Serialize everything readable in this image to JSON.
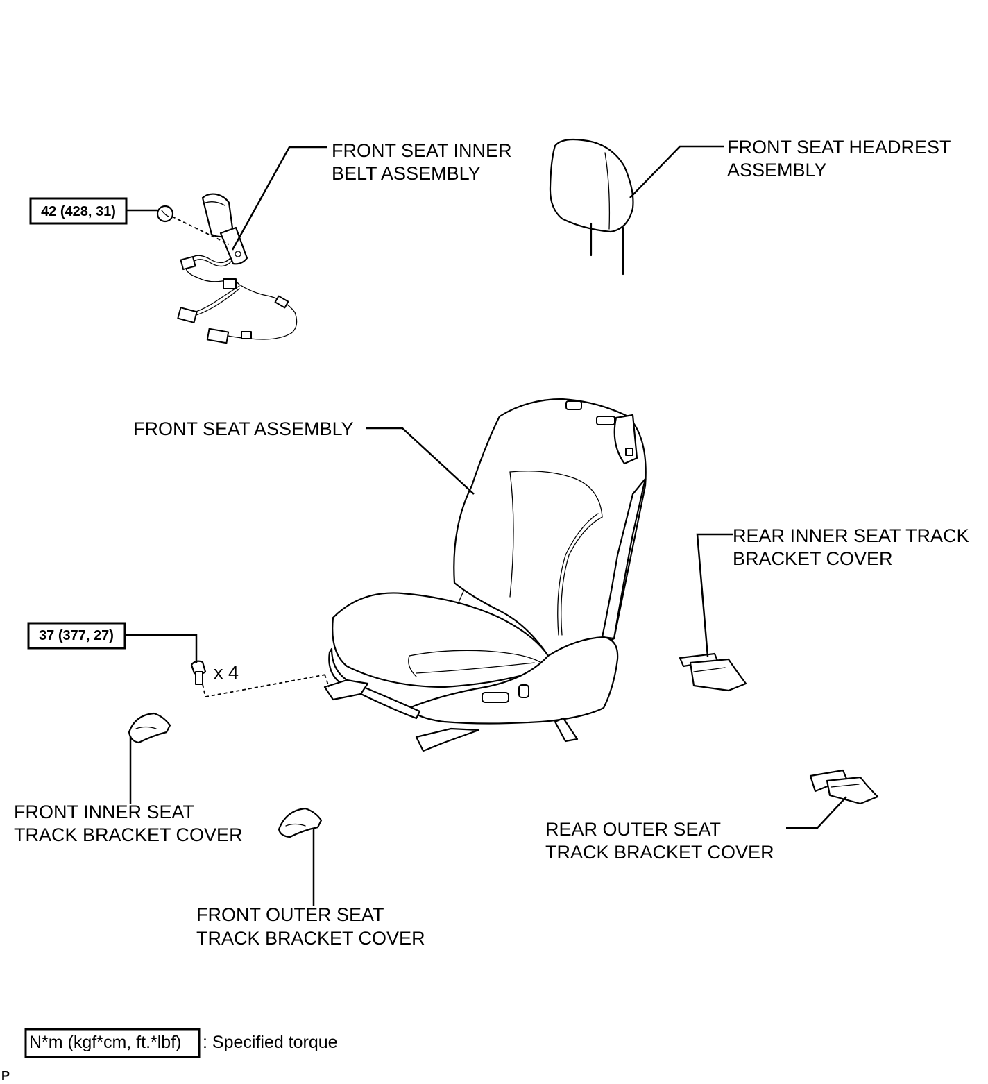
{
  "labels": {
    "inner_belt": [
      "FRONT SEAT INNER",
      "BELT ASSEMBLY"
    ],
    "headrest": [
      "FRONT SEAT HEADREST",
      "ASSEMBLY"
    ],
    "seat": [
      "FRONT SEAT ASSEMBLY"
    ],
    "rear_inner_cover": [
      "REAR INNER SEAT TRACK",
      "BRACKET COVER"
    ],
    "front_inner_cover": [
      "FRONT INNER SEAT",
      "TRACK BRACKET COVER"
    ],
    "front_outer_cover": [
      "FRONT OUTER SEAT",
      "TRACK BRACKET COVER"
    ],
    "rear_outer_cover": [
      "REAR OUTER SEAT",
      "TRACK BRACKET COVER"
    ]
  },
  "torques": {
    "belt_nut": "42 (428, 31)",
    "seat_bolt": "37 (377, 27)"
  },
  "quantity": "x 4",
  "legend": {
    "box_text": "N*m (kgf*cm, ft.*lbf)",
    "description": ": Specified torque"
  },
  "corner_mark": "P"
}
